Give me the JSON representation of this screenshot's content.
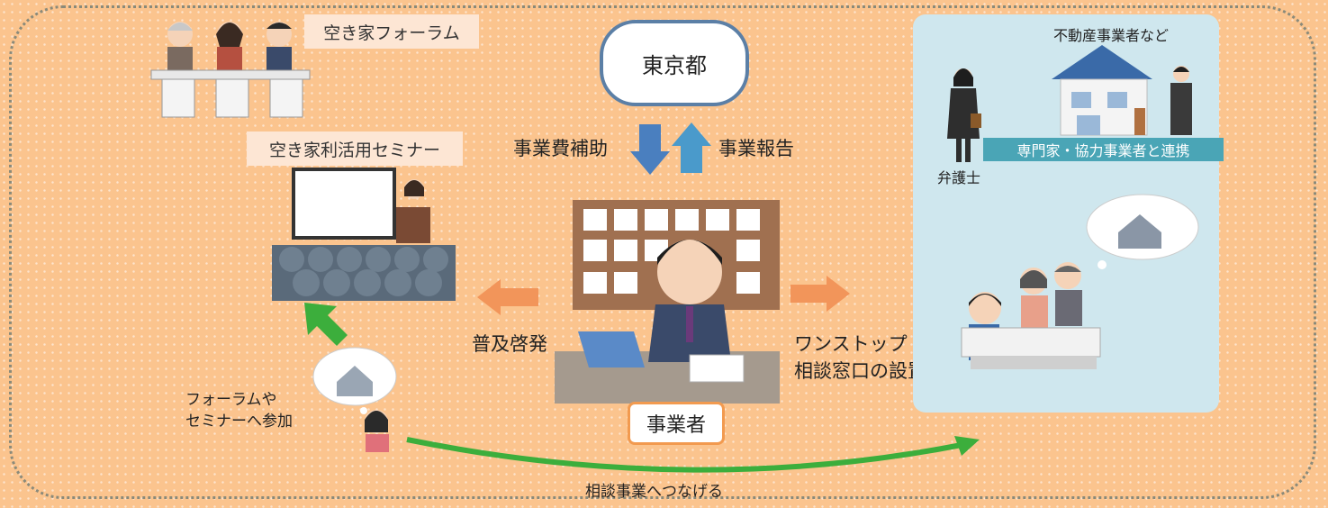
{
  "forum_label": "空き家フォーラム",
  "seminar_label": "空き家利活用セミナー",
  "tokyo_label": "東京都",
  "subsidy_label": "事業費補助",
  "report_label": "事業報告",
  "awareness_label": "普及啓発",
  "one_stop_label_line1": "ワンストップ",
  "one_stop_label_line2": "相談窓口の設置",
  "operator_label": "事業者",
  "realestate_label": "不動産事業者など",
  "lawyer_label": "弁護士",
  "partners_label": "専門家・協力事業者と連携",
  "participate_line1": "フォーラムや",
  "participate_line2": "セミナーへ参加",
  "connect_label": "相談事業へつなげる",
  "colors": {
    "background": "#fbc48e",
    "tokyo_border": "#5b7fa6",
    "arrow_blue": "#4a7fbf",
    "arrow_orange": "#f2955a",
    "arrow_green": "#3cae3c",
    "panel": "#cfe7ee",
    "partners_bar": "#4aa5b6"
  }
}
